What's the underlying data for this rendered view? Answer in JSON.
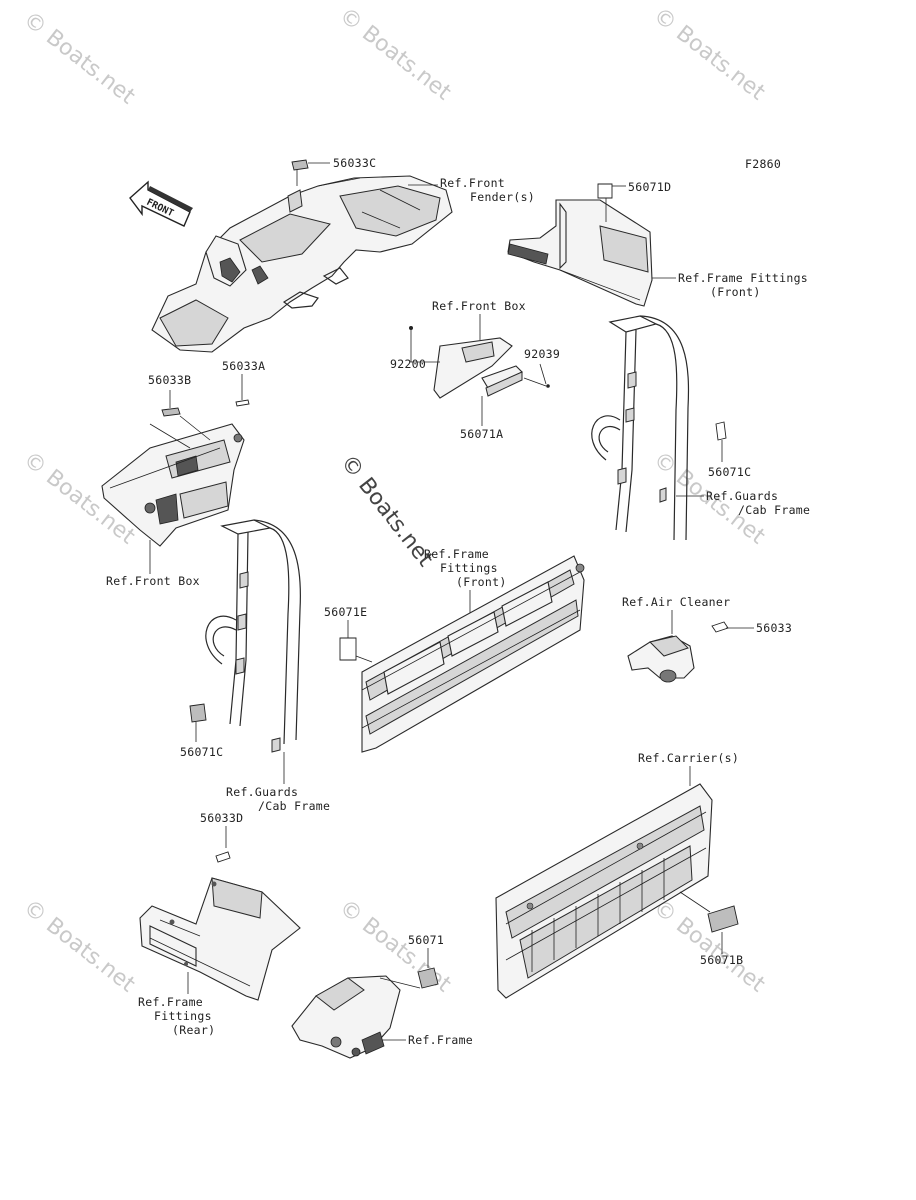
{
  "figure_code": "F2860",
  "front_arrow_text": "FRONT",
  "watermark": "© Boats.net",
  "callouts": {
    "c56033C": "56033C",
    "c56071D": "56071D",
    "ref_front_fender_1": "Ref.Front",
    "ref_front_fender_2": "Fender(s)",
    "ref_frame_fittings_front_a1": "Ref.Frame Fittings",
    "ref_frame_fittings_front_a2": "(Front)",
    "ref_front_box_top": "Ref.Front Box",
    "c92200": "92200",
    "c92039": "92039",
    "c56071A": "56071A",
    "c56033B": "56033B",
    "c56033A": "56033A",
    "ref_front_box_left": "Ref.Front Box",
    "c56071C_right": "56071C",
    "ref_guards_right_1": "Ref.Guards",
    "ref_guards_right_2": "/Cab Frame",
    "ref_frame_fittings_mid_1": "Ref.Frame",
    "ref_frame_fittings_mid_2": "Fittings",
    "ref_frame_fittings_mid_3": "(Front)",
    "c56071E": "56071E",
    "ref_air_cleaner": "Ref.Air Cleaner",
    "c56033": "56033",
    "c56071C_left": "56071C",
    "ref_guards_left_1": "Ref.Guards",
    "ref_guards_left_2": "/Cab Frame",
    "ref_carriers": "Ref.Carrier(s)",
    "c56033D": "56033D",
    "c56071": "56071",
    "c56071B": "56071B",
    "ref_frame_fittings_rear_1": "Ref.Frame",
    "ref_frame_fittings_rear_2": "Fittings",
    "ref_frame_fittings_rear_3": "(Rear)",
    "ref_frame": "Ref.Frame"
  }
}
